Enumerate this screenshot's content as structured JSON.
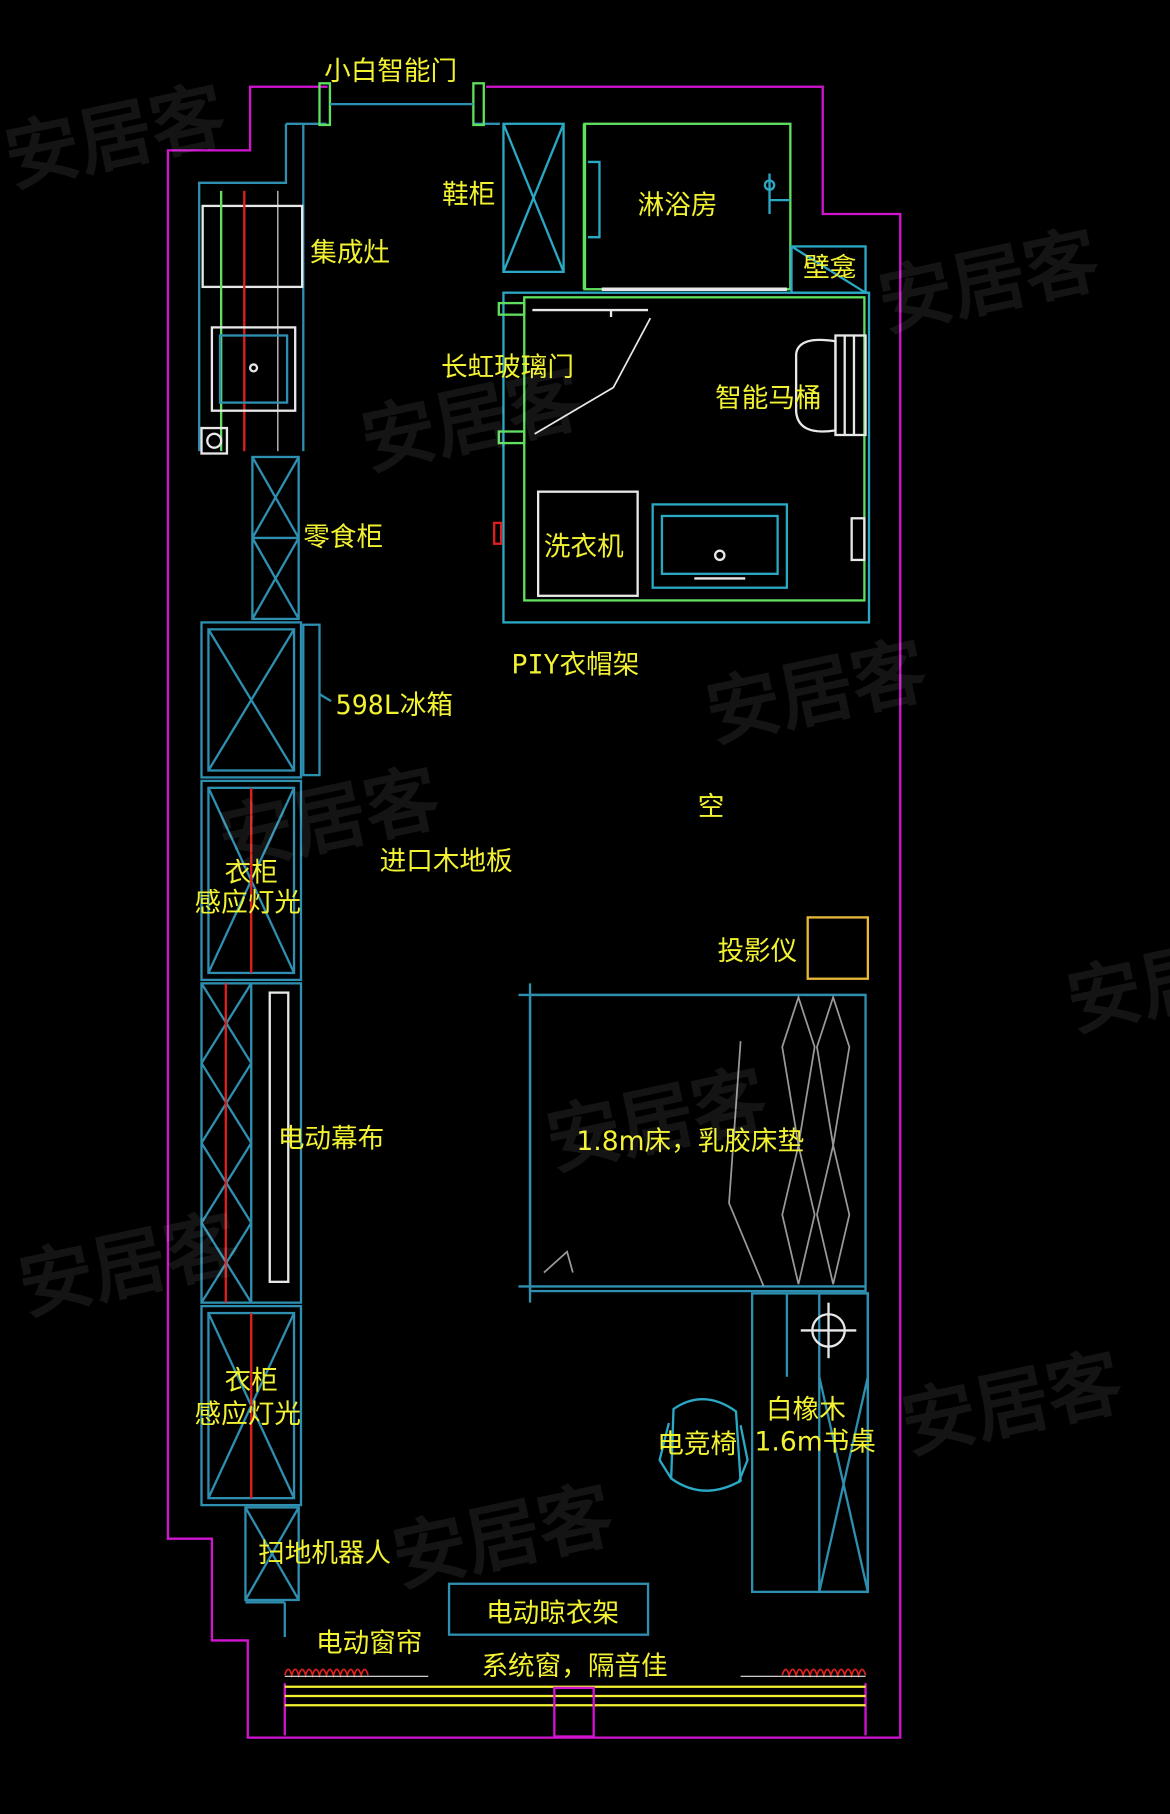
{
  "colors": {
    "background": "#000000",
    "outer_wall": "#d214d2",
    "furniture": "#2e8fb0",
    "bathroom": "#2aa8c4",
    "partition": "#5fe05f",
    "text": "#f2f232",
    "accent_red": "#e0201e",
    "projector": "#e8b838",
    "white": "#e8e8e8"
  },
  "labels": {
    "smart_door": "小白智能门",
    "shoe_cabinet": "鞋柜",
    "shower_room": "淋浴房",
    "integrated_stove": "集成灶",
    "niche": "壁龛",
    "glass_door": "长虹玻璃门",
    "smart_toilet": "智能马桶",
    "snack_cabinet": "零食柜",
    "washing_machine": "洗衣机",
    "coat_rack": "PIY衣帽架",
    "fridge": "598L冰箱",
    "empty": "空",
    "wardrobe_top_line1": "衣柜",
    "wardrobe_top_line2": "感应灯光",
    "wood_floor": "进口木地板",
    "projector": "投影仪",
    "screen": "电动幕布",
    "bed": "1.8m床，乳胶床垫",
    "wardrobe_bottom_line1": "衣柜",
    "wardrobe_bottom_line2": "感应灯光",
    "desk_line1": "白橡木",
    "desk_line2": "1.6m书桌",
    "gaming_chair": "电竞椅",
    "robot_vacuum": "扫地机器人",
    "drying_rack": "电动晾衣架",
    "curtain": "电动窗帘",
    "window": "系统窗，隔音佳"
  },
  "watermark": "安居客"
}
